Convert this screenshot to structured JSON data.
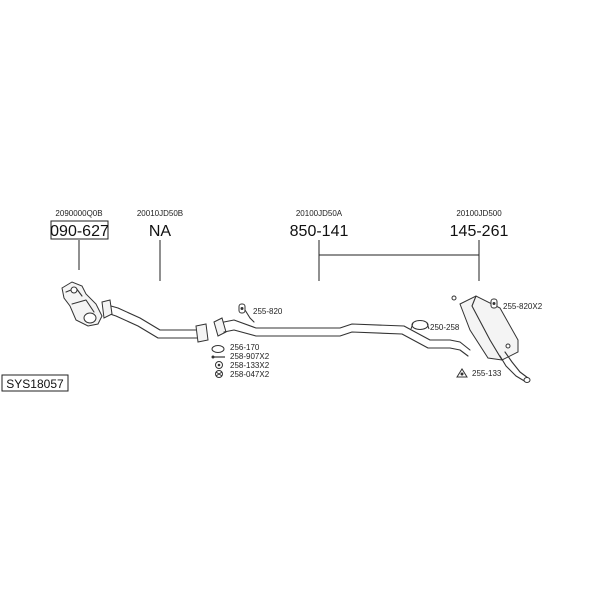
{
  "system_id": "SYS18057",
  "components": [
    {
      "ref": "2090000Q0B",
      "part": "090-627",
      "boxed": true
    },
    {
      "ref": "20010JD50B",
      "part": "NA",
      "boxed": false
    },
    {
      "ref": "20100JD50A",
      "part": "850-141",
      "boxed": false
    },
    {
      "ref": "20100JD500",
      "part": "145-261",
      "boxed": false
    }
  ],
  "fittings": [
    {
      "part": "255-820"
    },
    {
      "part": "256-170"
    },
    {
      "part": "258-907X2"
    },
    {
      "part": "258-133X2"
    },
    {
      "part": "258-047X2"
    },
    {
      "part": "250-258"
    },
    {
      "part": "255-820X2"
    },
    {
      "part": "255-133"
    }
  ]
}
